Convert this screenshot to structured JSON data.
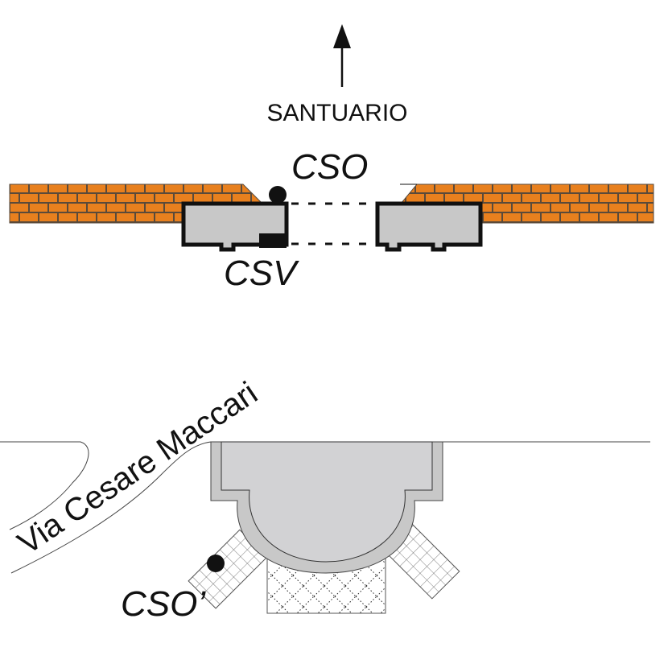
{
  "diagram": {
    "north_arrow": {
      "icon": "arrow-up-icon",
      "label": "SANTUARIO"
    },
    "top_plan": {
      "label_cso": "CSO",
      "label_csv": "CSV"
    },
    "bottom_plan": {
      "street_label": "Via Cesare Maccari",
      "label_cso_prime": "CSO’"
    },
    "colors": {
      "brick": "#e8801e",
      "mortar": "#5a4a3a",
      "building_fill": "#c8c8c8",
      "building_fill_light": "#d2d2d4",
      "outline": "#111111",
      "thin_line": "#666666"
    }
  }
}
